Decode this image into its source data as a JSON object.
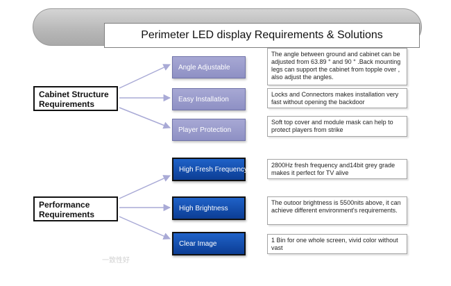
{
  "title": "Perimeter LED display Requirements & Solutions",
  "colors": {
    "banner": "#b7b7b7",
    "purple_tag": "#9b9dcb",
    "blue_tag": "#1554b8",
    "arrow": "#a9aad6"
  },
  "groups": [
    {
      "label": "Cabinet  Structure Requirements",
      "items": [
        {
          "tag": "Angle Adjustable",
          "desc": "The angle between ground and cabinet can be adjusted from 63.89 °  and 90 ° .Back mounting legs can support the cabinet from topple over , also adjust the angles."
        },
        {
          "tag": "Easy Installation",
          "desc": "Locks and Connectors makes installation very fast without opening the backdoor"
        },
        {
          "tag": "Player Protection",
          "desc": "Soft top cover  and module mask can help to protect players from strike"
        }
      ]
    },
    {
      "label": "Performance Requirements",
      "items": [
        {
          "tag": "High Fresh Frequency",
          "desc": "2800Hz fresh frequency and14bit grey grade makes it perfect for TV alive"
        },
        {
          "tag": "High Brightness",
          "desc": "The outoor brightness is 5500nits above, it can achieve different environment's requirements."
        },
        {
          "tag": "Clear Image",
          "desc": "1 Bin for one whole screen, vivid  color without vast"
        }
      ]
    }
  ],
  "watermark": "一致性好"
}
